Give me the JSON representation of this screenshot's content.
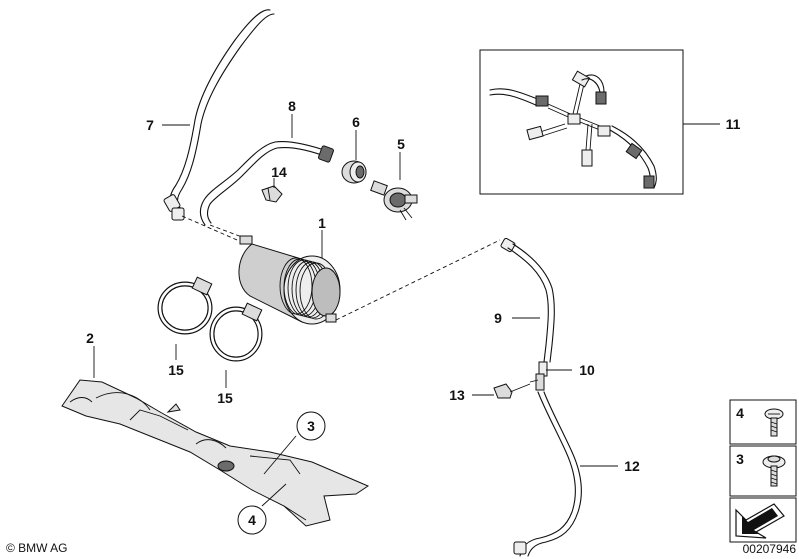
{
  "labels": {
    "l1": "1",
    "l2": "2",
    "l3": "3",
    "l4": "4",
    "l5": "5",
    "l6": "6",
    "l7": "7",
    "l8": "8",
    "l9": "9",
    "l10": "10",
    "l11": "11",
    "l12": "12",
    "l13": "13",
    "l14": "14",
    "l15a": "15",
    "l15b": "15"
  },
  "legend": {
    "item_top": "4",
    "item_bottom": "3"
  },
  "footer": {
    "brand": "© BMW AG",
    "diagram_id": "00207946"
  }
}
